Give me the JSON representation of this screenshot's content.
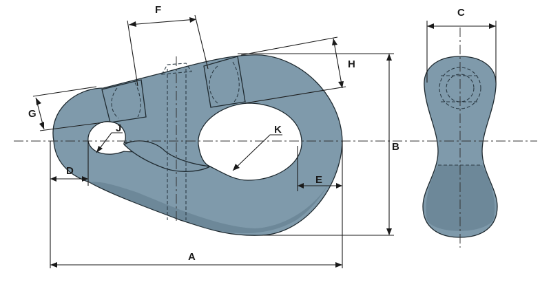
{
  "labels": {
    "A": "A",
    "B": "B",
    "C": "C",
    "D": "D",
    "E": "E",
    "F": "F",
    "G": "G",
    "H": "H",
    "J": "J",
    "K": "K"
  },
  "colors": {
    "body": "#7f9aab",
    "outline": "#1f2a30",
    "background": "#ffffff"
  }
}
